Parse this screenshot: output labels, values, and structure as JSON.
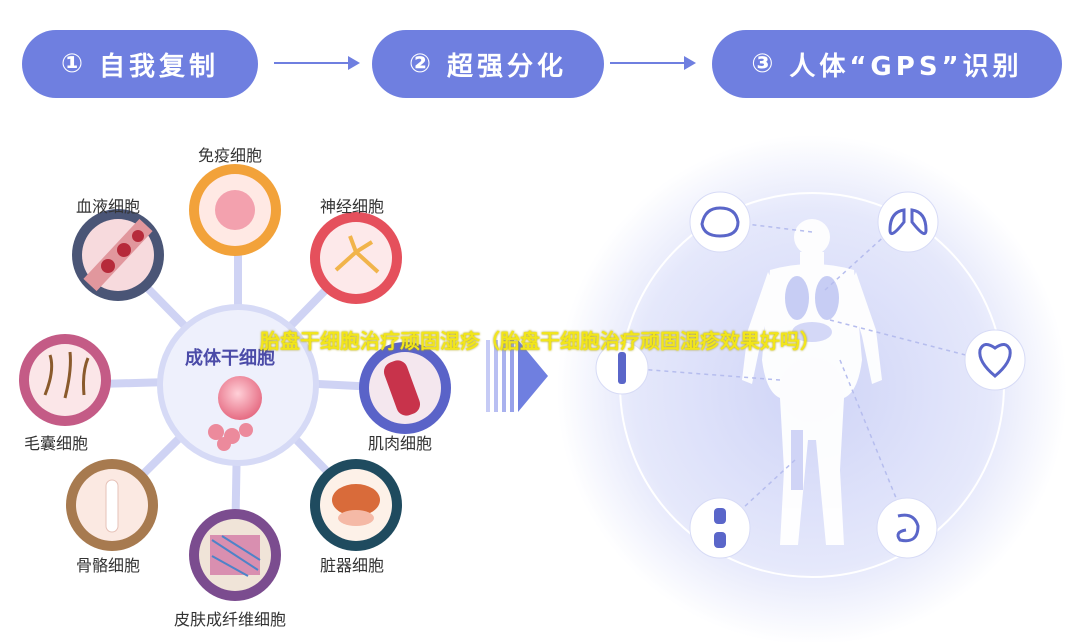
{
  "steps": [
    {
      "num": "①",
      "label": "自我复制"
    },
    {
      "num": "②",
      "label": "超强分化"
    },
    {
      "num": "③",
      "label": "人体“GPS”识别"
    }
  ],
  "center_cell": {
    "label": "成体干细胞"
  },
  "cells": [
    {
      "label": "免疫细胞",
      "icon": "immune-cell-icon"
    },
    {
      "label": "神经细胞",
      "icon": "neuron-icon"
    },
    {
      "label": "肌肉细胞",
      "icon": "muscle-cell-icon"
    },
    {
      "label": "脏器细胞",
      "icon": "organ-cell-icon"
    },
    {
      "label": "皮肤成纤维细胞",
      "icon": "fibroblast-icon"
    },
    {
      "label": "骨骼细胞",
      "icon": "bone-cell-icon"
    },
    {
      "label": "毛囊细胞",
      "icon": "hair-follicle-icon"
    },
    {
      "label": "血液细胞",
      "icon": "blood-cell-icon"
    }
  ],
  "organs": [
    "brain-icon",
    "lungs-icon",
    "heart-icon",
    "stomach-icon",
    "knee-joint-icon",
    "bone-icon"
  ],
  "overlay_title": "胎盘干细胞治疗顽固湿疹（胎盘干细胞治疗顽固湿疹效果好吗）",
  "colors": {
    "accent": "#6f7fe0",
    "immune": "#f2a23a",
    "neuron": "#e5505c",
    "muscle": "#5a63c8",
    "organ": "#1f4b5f",
    "fibroblast": "#7b4c8f",
    "bone": "#a77a4f",
    "hair": "#c45b86",
    "blood": "#4a5576"
  }
}
